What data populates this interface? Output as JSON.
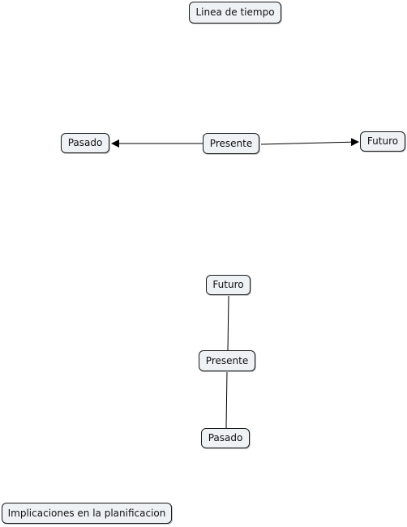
{
  "diagram": {
    "title": "Linea de tiempo",
    "horizontal": {
      "past": "Pasado",
      "present": "Presente",
      "future": "Futuro"
    },
    "vertical": {
      "future": "Futuro",
      "present": "Presente",
      "past": "Pasado"
    },
    "footer": "Implicaciones en la planificacion",
    "connections": [
      {
        "from": "horizontal.present",
        "to": "horizontal.past",
        "style": "arrow"
      },
      {
        "from": "horizontal.present",
        "to": "horizontal.future",
        "style": "arrow"
      },
      {
        "from": "vertical.future",
        "to": "vertical.present",
        "style": "line"
      },
      {
        "from": "vertical.present",
        "to": "vertical.past",
        "style": "line"
      }
    ]
  },
  "colors": {
    "node_fill": "#eef2f4",
    "node_border": "#1a1a1a",
    "line": "#000000"
  }
}
